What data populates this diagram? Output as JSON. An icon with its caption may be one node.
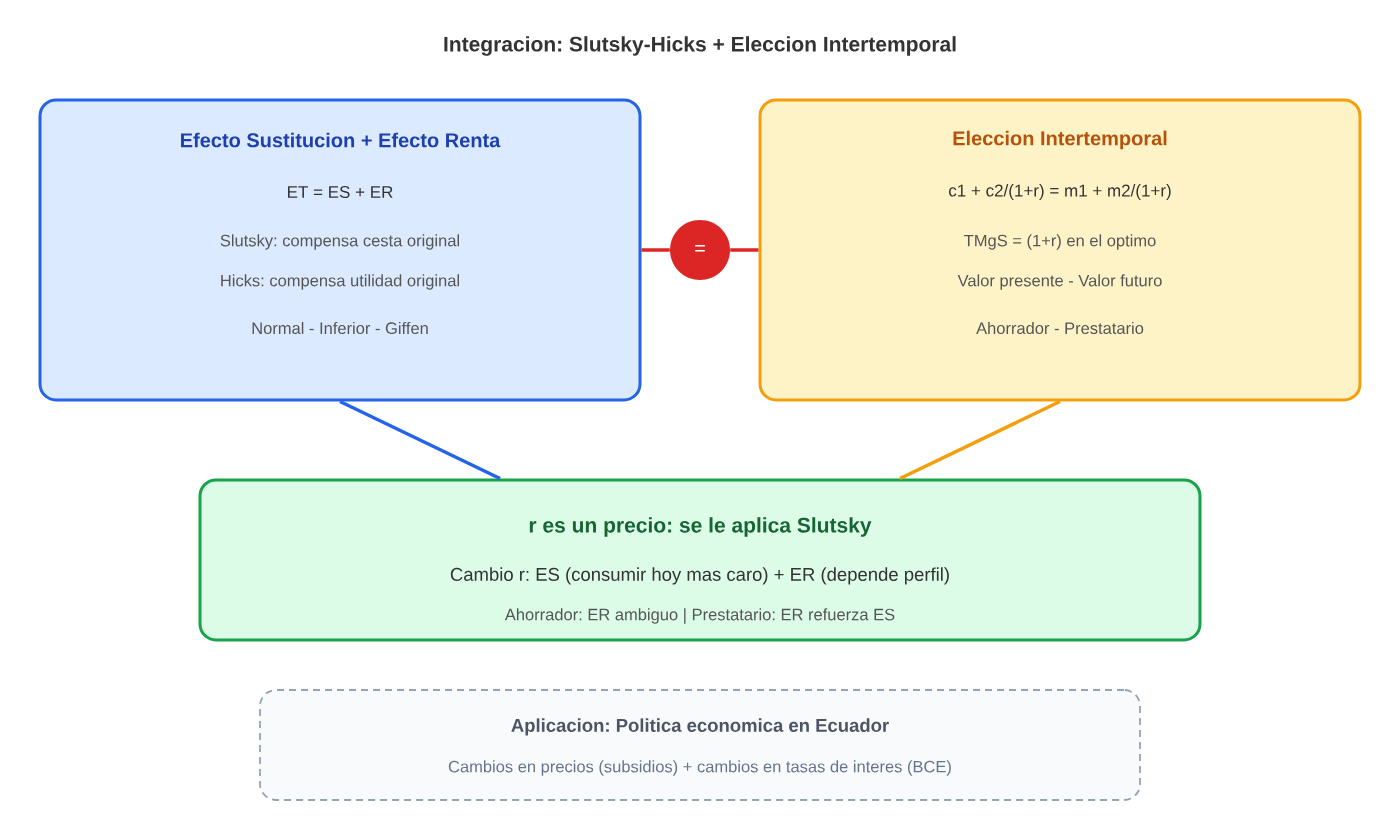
{
  "diagram": {
    "title": "Integracion: Slutsky-Hicks + Eleccion Intertemporal",
    "nodes": [
      {
        "text": [
          "Efecto Sustitucion + Efecto Renta",
          "ET = ES + ER",
          "Slutsky: compensa cesta original",
          "Hicks: compensa utilidad original",
          "Normal - Inferior - Giffen"
        ]
      },
      {
        "text": [
          "="
        ]
      },
      {
        "text": [
          "Eleccion Intertemporal",
          "c1 + c2/(1+r) = m1 + m2/(1+r)",
          "TMgS = (1+r) en el optimo",
          "Valor presente - Valor futuro",
          "Ahorrador - Prestatario"
        ]
      },
      {
        "text": [
          "r es un precio: se le aplica Slutsky",
          "Cambio r: ES (consumir hoy mas caro) + ER (depende perfil)",
          "Ahorrador: ER ambiguo | Prestatario: ER refuerza ES"
        ]
      },
      {
        "text": [
          "Aplicacion: Politica economica en Ecuador",
          "Cambios en precios (subsidios) + cambios en tasas de interes (BCE)"
        ]
      }
    ],
    "edges": [
      {
        "from": 0,
        "to": 1,
        "arrow": "none",
        "color": "#dc2626"
      },
      {
        "from": 1,
        "to": 2,
        "arrow": "none",
        "color": "#dc2626"
      },
      {
        "from": 0,
        "to": 3,
        "arrow": "none",
        "color": "#2563eb"
      },
      {
        "from": 2,
        "to": 3,
        "arrow": "none",
        "color": "#f59e0b"
      }
    ]
  }
}
